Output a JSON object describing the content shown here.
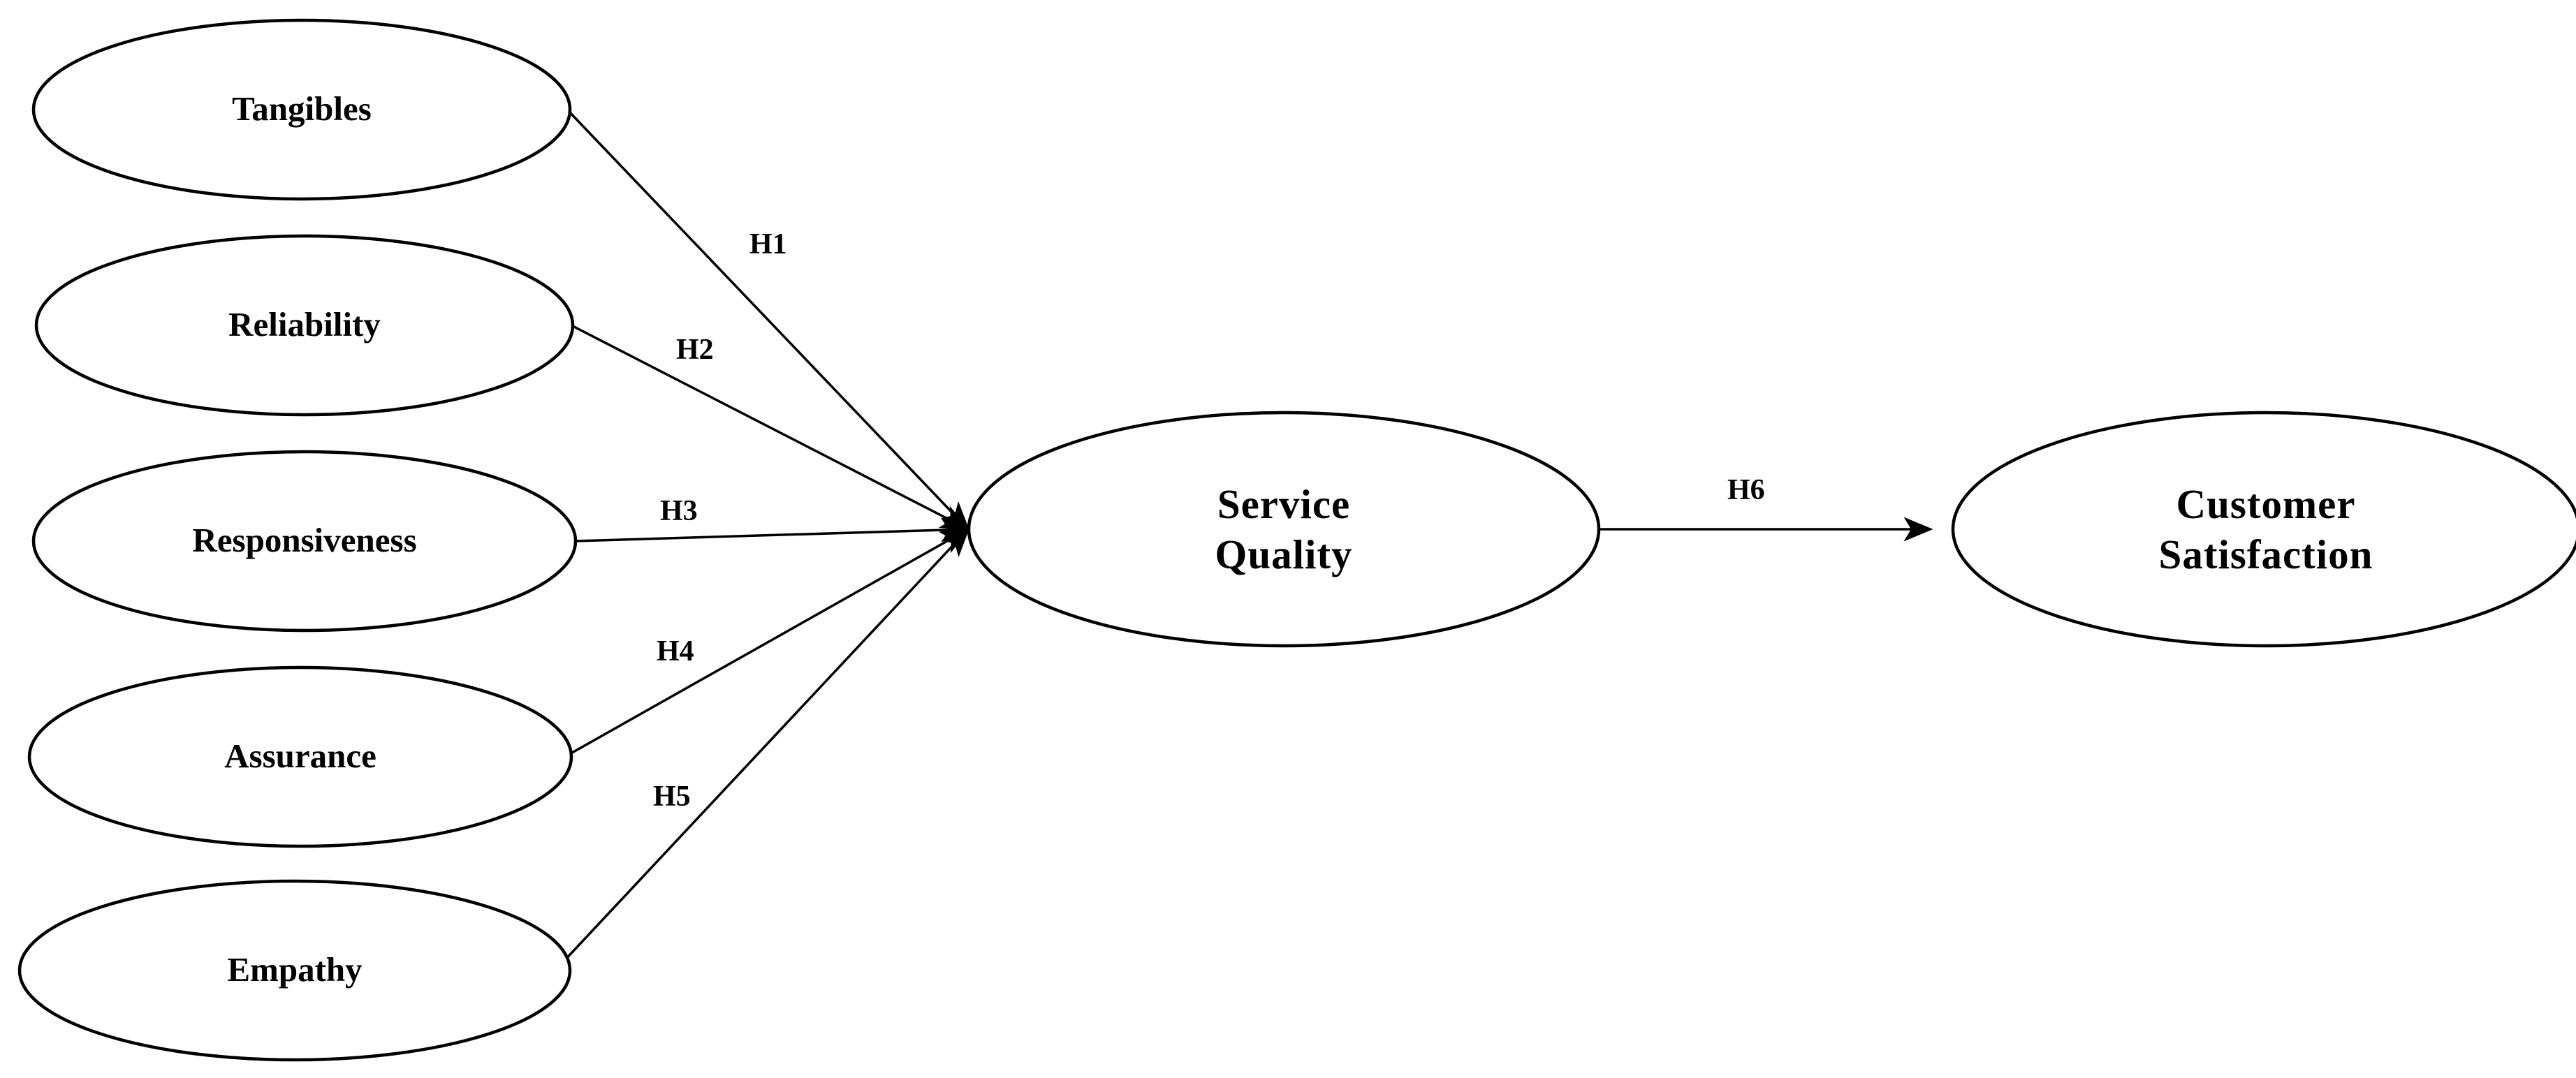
{
  "diagram": {
    "nodes": {
      "tangibles": {
        "label": "Tangibles"
      },
      "reliability": {
        "label": "Reliability"
      },
      "responsiveness": {
        "label": "Responsiveness"
      },
      "assurance": {
        "label": "Assurance"
      },
      "empathy": {
        "label": "Empathy"
      },
      "service_quality": {
        "label_line1": "Service",
        "label_line2": "Quality"
      },
      "customer_satisfaction": {
        "label_line1": "Customer",
        "label_line2": "Satisfaction"
      }
    },
    "edges": {
      "h1": {
        "label": "H1",
        "from": "Tangibles",
        "to": "Service Quality"
      },
      "h2": {
        "label": "H2",
        "from": "Reliability",
        "to": "Service Quality"
      },
      "h3": {
        "label": "H3",
        "from": "Responsiveness",
        "to": "Service Quality"
      },
      "h4": {
        "label": "H4",
        "from": "Assurance",
        "to": "Service Quality"
      },
      "h5": {
        "label": "H5",
        "from": "Empathy",
        "to": "Service Quality"
      },
      "h6": {
        "label": "H6",
        "from": "Service Quality",
        "to": "Customer Satisfaction"
      }
    },
    "colors": {
      "stroke": "#000000",
      "background": "#ffffff"
    }
  }
}
